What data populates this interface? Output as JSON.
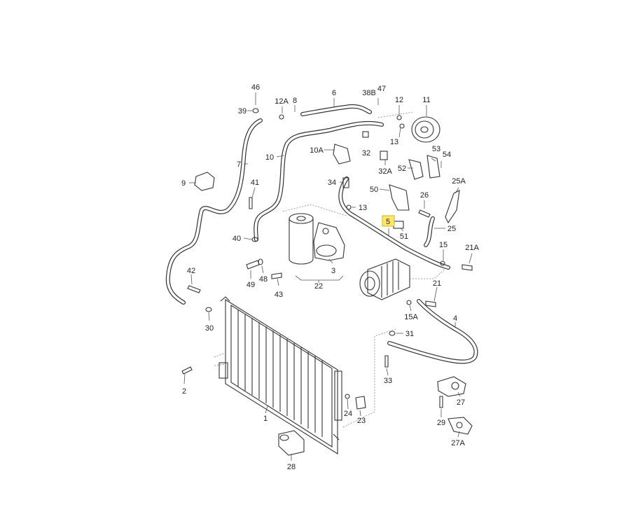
{
  "labels": {
    "l46": "46",
    "l39": "39",
    "l12A": "12A",
    "l8": "8",
    "l6": "6",
    "l38B": "38B",
    "l47": "47",
    "l12": "12",
    "l11": "11",
    "l10A": "10A",
    "l32": "32",
    "l13a": "13",
    "l53": "53",
    "l54": "54",
    "l52": "52",
    "l32A": "32A",
    "l10": "10",
    "l7": "7",
    "l9": "9",
    "l41": "41",
    "l34": "34",
    "l13b": "13",
    "l50": "50",
    "l26": "26",
    "l25A": "25A",
    "l5": "5",
    "l25": "25",
    "l51": "51",
    "l15": "15",
    "l21A": "21A",
    "l40": "40",
    "l3": "3",
    "l49": "49",
    "l48": "48",
    "l22": "22",
    "l43": "43",
    "l42": "42",
    "l30": "30",
    "l21": "21",
    "l15A": "15A",
    "l4": "4",
    "l31": "31",
    "l33": "33",
    "l2": "2",
    "l1": "1",
    "l24": "24",
    "l23": "23",
    "l27": "27",
    "l29": "29",
    "l27A": "27A",
    "l28": "28"
  }
}
